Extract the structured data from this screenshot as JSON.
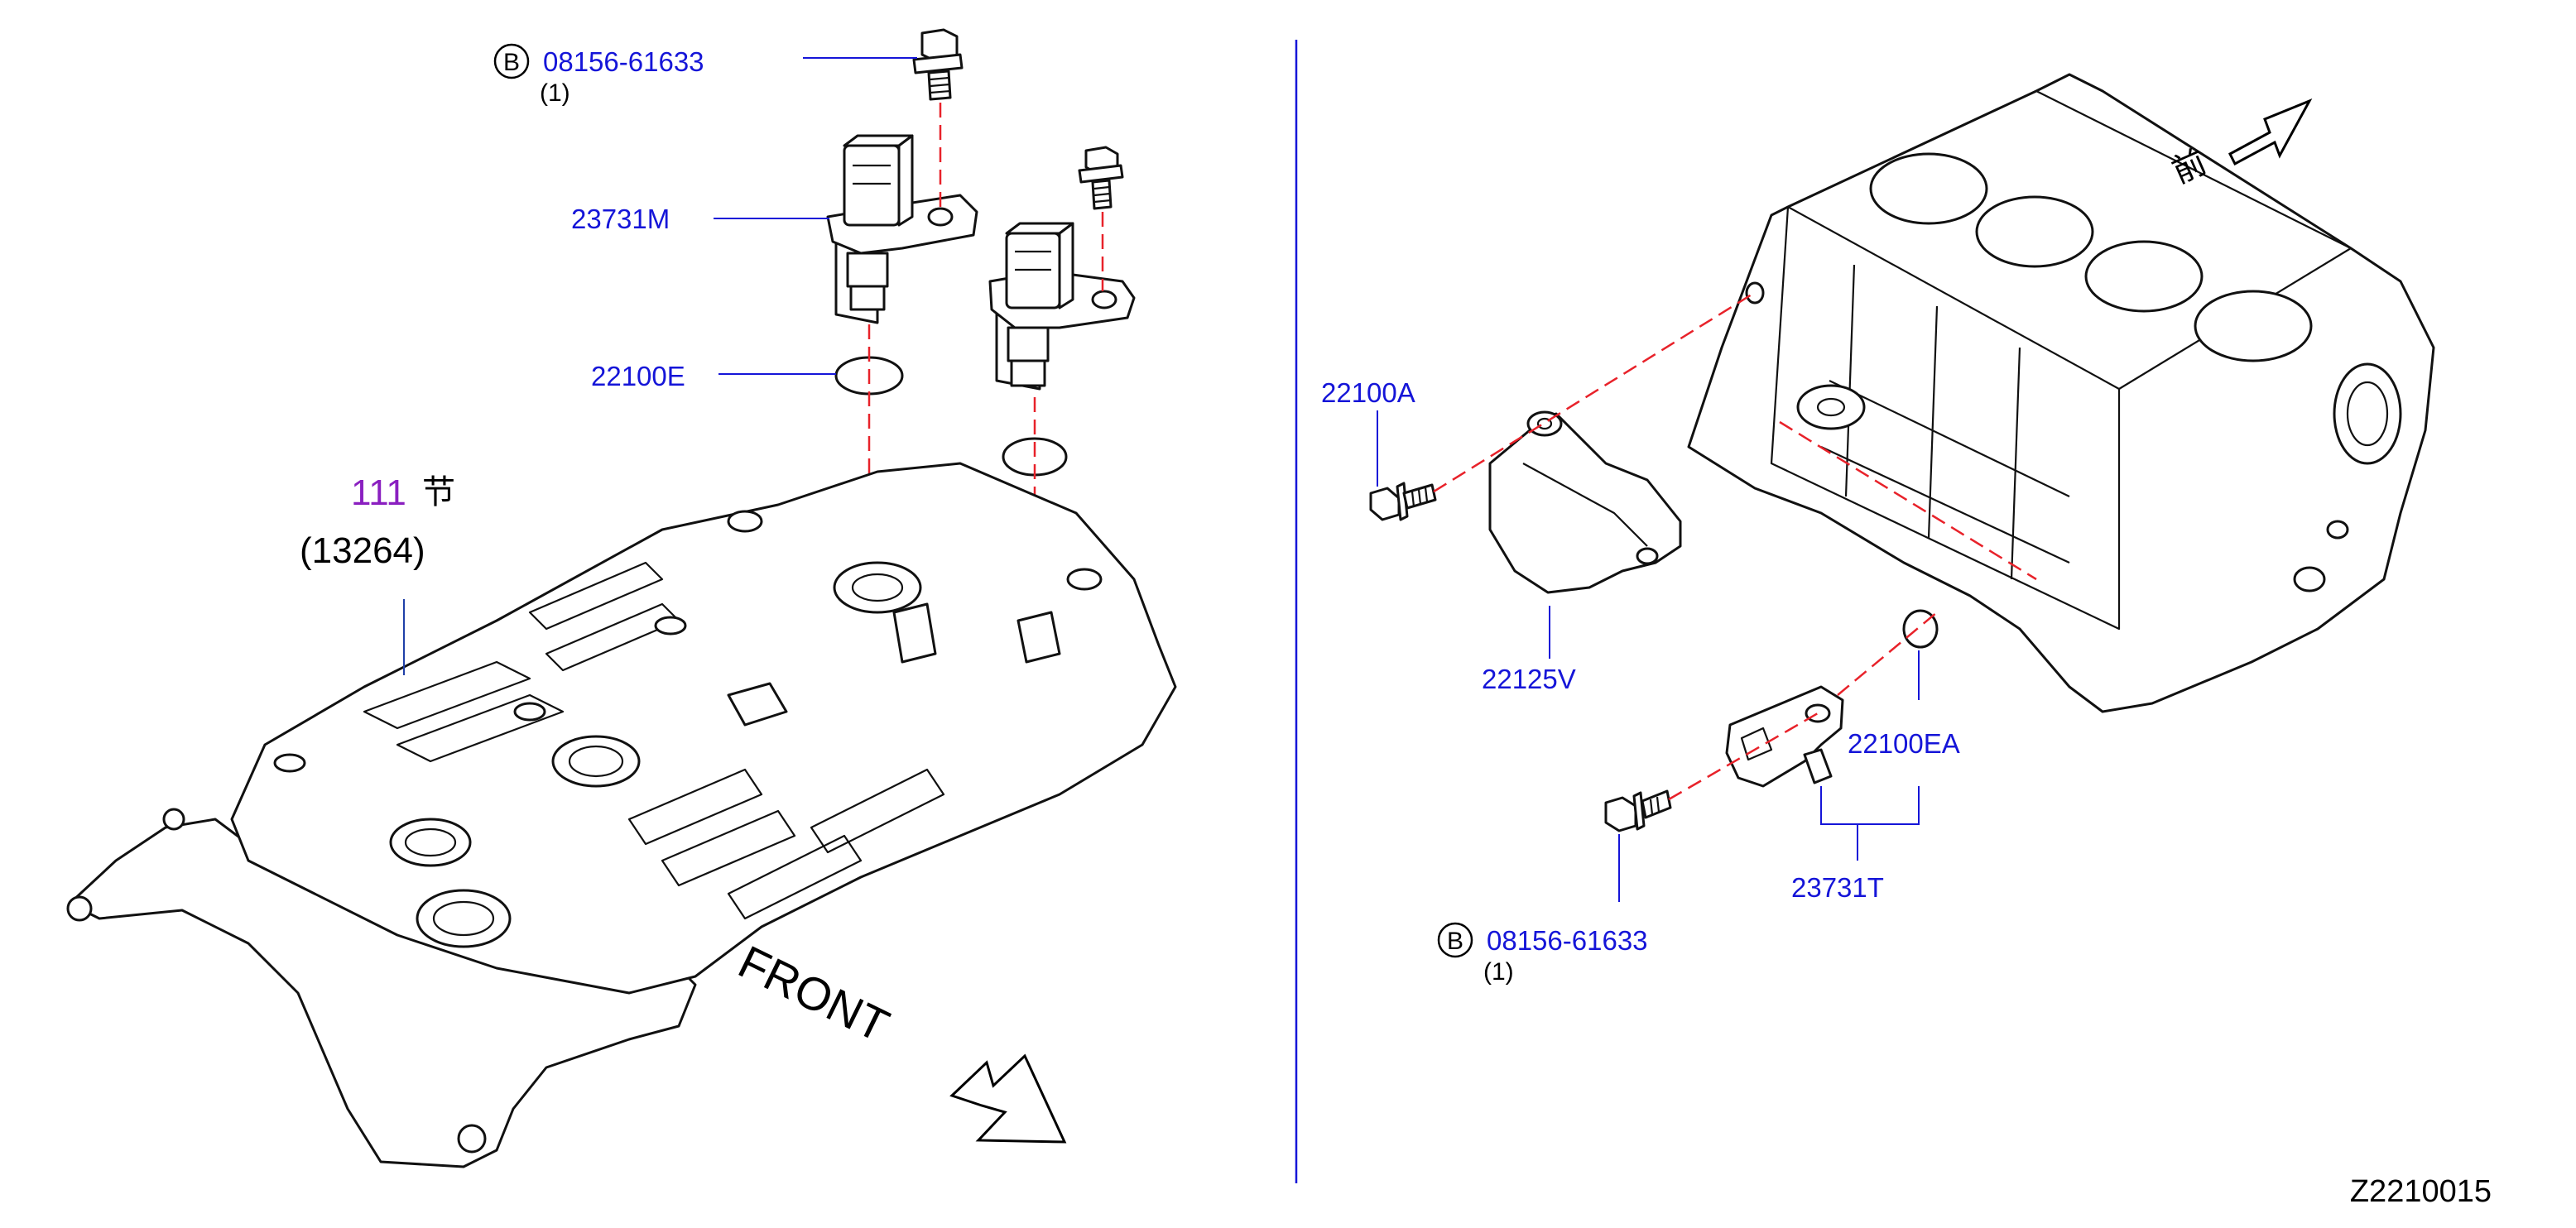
{
  "diagram": {
    "left_panel": {
      "bolt": {
        "badge": "B",
        "part_number": "08156-61633",
        "quantity": "(1)"
      },
      "cam_sensor": {
        "part_number": "23731M"
      },
      "o_ring": {
        "part_number": "22100E"
      },
      "section": {
        "number": "111",
        "kanji": "节"
      },
      "rocker_cover": {
        "reference": "(13264)"
      },
      "front_label": "FRONT"
    },
    "right_panel": {
      "bolt_a": {
        "part_number": "22100A"
      },
      "shield": {
        "part_number": "22125V"
      },
      "o_ring": {
        "part_number": "22100EA"
      },
      "crank_sensor": {
        "part_number": "23731T"
      },
      "bolt_b": {
        "badge": "B",
        "part_number": "08156-61633",
        "quantity": "(1)"
      },
      "front_kanji": "前"
    },
    "drawing_id": "Z2210015"
  }
}
